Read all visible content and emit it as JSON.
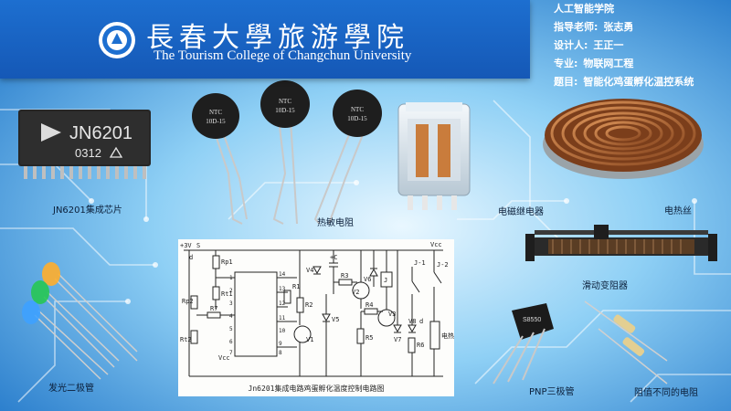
{
  "school": {
    "name_cn": "長春大學旅游學院",
    "name_en": "The Tourism College of Changchun University"
  },
  "info": {
    "college": "人工智能学院",
    "advisor_label": "指导老师:",
    "advisor": "张志勇",
    "designer_label": "设计人:",
    "designer": "王正一",
    "major_label": "专业:",
    "major": "物联网工程",
    "topic_label": "题目:",
    "topic": "智能化鸡蛋孵化温控系统"
  },
  "components": {
    "chip": {
      "marking": "JN6201",
      "code": "0312",
      "label": "JN6201集成芯片"
    },
    "thermistor": {
      "marking_1": "NTC",
      "marking_2": "10D-15",
      "label": "热敏电阻"
    },
    "relay": {
      "label": "电磁继电器"
    },
    "heater": {
      "label": "电热丝"
    },
    "rheostat": {
      "label": "滑动变阻器"
    },
    "led": {
      "label": "发光二极管"
    },
    "transistor": {
      "marking": "S8550",
      "label": "PNP三极管"
    },
    "resistor": {
      "label": "阻值不同的电阻"
    }
  },
  "circuit": {
    "caption": "Jn6201集成电路鸡蛋孵化温度控制电路图",
    "parts": {
      "supply": "+3V",
      "s": "S",
      "rp1": "Rp1",
      "rp2": "Rp2",
      "rt1": "Rt1",
      "r7": "R7",
      "rt2": "Rt2",
      "vcc": "Vcc",
      "vcc2": "Vcc",
      "r1": "R1",
      "r2": "R2",
      "r3": "R3",
      "r4": "R4",
      "r5": "R5",
      "r6": "R6",
      "v1": "V1",
      "v2": "V2",
      "v3": "V3",
      "v4": "V4",
      "v5": "V5",
      "v6": "V6",
      "v7": "V7",
      "v8": "V8",
      "c": "+C",
      "j": "J",
      "j1": "J-1",
      "j2": "J-2",
      "heater": "电热丝",
      "d1": "d",
      "d2": "d",
      "pins": [
        "1",
        "2",
        "3",
        "4",
        "5",
        "6",
        "7",
        "14",
        "13",
        "12",
        "11",
        "10",
        "9",
        "8"
      ]
    }
  }
}
